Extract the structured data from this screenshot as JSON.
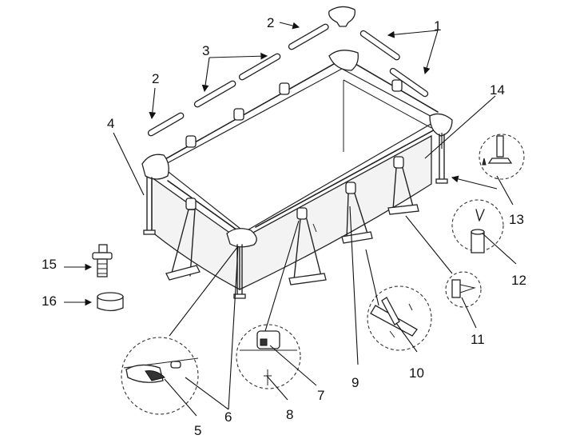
{
  "callouts": {
    "c1": "1",
    "c2a": "2",
    "c2b": "2",
    "c3": "3",
    "c4": "4",
    "c5": "5",
    "c6": "6",
    "c7": "7",
    "c8": "8",
    "c9": "9",
    "c10": "10",
    "c11": "11",
    "c12": "12",
    "c13": "13",
    "c14": "14",
    "c15": "15",
    "c16": "16"
  }
}
